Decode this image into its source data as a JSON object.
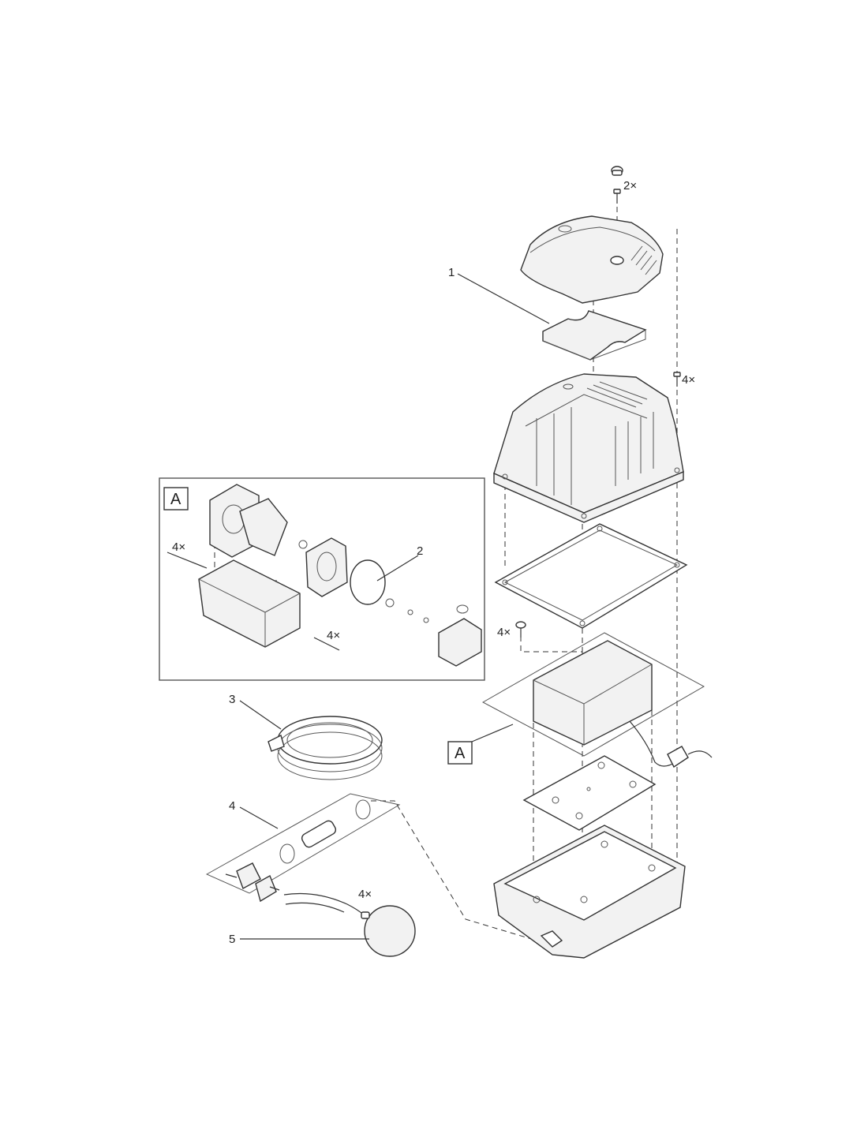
{
  "labels": {
    "part_1": "1",
    "part_2": "2",
    "part_3": "3",
    "part_4": "4",
    "part_5": "5",
    "qty_cap_screws": "2×",
    "qty_cover_screws": "4×",
    "qty_unit_screws": "4×",
    "qty_inset_screws_top": "4×",
    "qty_inset_screws_bottom": "4×",
    "qty_connector": "4×",
    "assembly_ref_inset": "A",
    "assembly_ref_main": "A"
  },
  "colors": {
    "line": "#333333",
    "fill": "#f2f2f2",
    "background": "#ffffff"
  }
}
